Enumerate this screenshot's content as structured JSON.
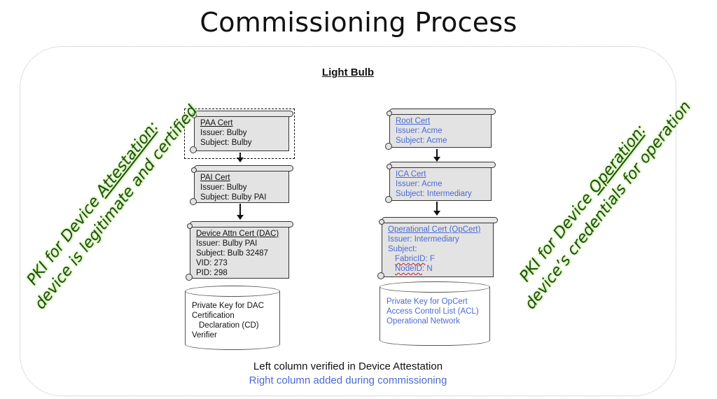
{
  "title": "Commissioning Process",
  "device_label": "Light Bulb",
  "left_column": {
    "paa": {
      "name": "PAA Cert",
      "issuer": "Issuer: Bulby",
      "subject": "Subject: Bulby"
    },
    "pai": {
      "name": "PAI Cert",
      "issuer": "Issuer: Bulby",
      "subject": "Subject: Bulby PAI"
    },
    "dac": {
      "name": "Device Attn Cert (DAC)",
      "issuer": "Issuer: Bulby PAI",
      "subject": "Subject: Bulb 32487",
      "vid": "VID: 273",
      "pid": "PID: 298"
    },
    "storage": {
      "line1": "Private Key for DAC",
      "line2": "Certification",
      "line3": "Declaration (CD)",
      "line4": "Verifier"
    }
  },
  "right_column": {
    "root": {
      "name": "Root Cert",
      "issuer": "Issuer: Acme",
      "subject": "Subject: Acme"
    },
    "ica": {
      "name": "ICA Cert",
      "issuer": "Issuer: Acme",
      "subject": "Subject: Intermediary"
    },
    "opcert": {
      "name": "Operational Cert (OpCert)",
      "issuer": "Issuer: Intermediary",
      "subject": "Subject:",
      "fabric_key": "FabricID",
      "fabric_val": ": F",
      "node_key": "NodeID",
      "node_val": ": N"
    },
    "storage": {
      "line1": "Private Key for OpCert",
      "line2": "Access Control List (ACL)",
      "line3": "Operational Network"
    }
  },
  "side_left": {
    "line1_a": "PKI for Device ",
    "line1_b": "Attestation",
    "line1_c": ":",
    "line2": "device is legitimate and certified"
  },
  "side_right": {
    "line1_a": "PKI for Device ",
    "line1_b": "Operation",
    "line1_c": ":",
    "line2": "device’s credentials for operation"
  },
  "captions": {
    "left": "Left column verified in Device Attestation",
    "right": "Right column added during commissioning"
  },
  "colors": {
    "blue_text": "#4a6bd2",
    "side_text": "#1e4d10",
    "glow": "#c9f0a2"
  }
}
